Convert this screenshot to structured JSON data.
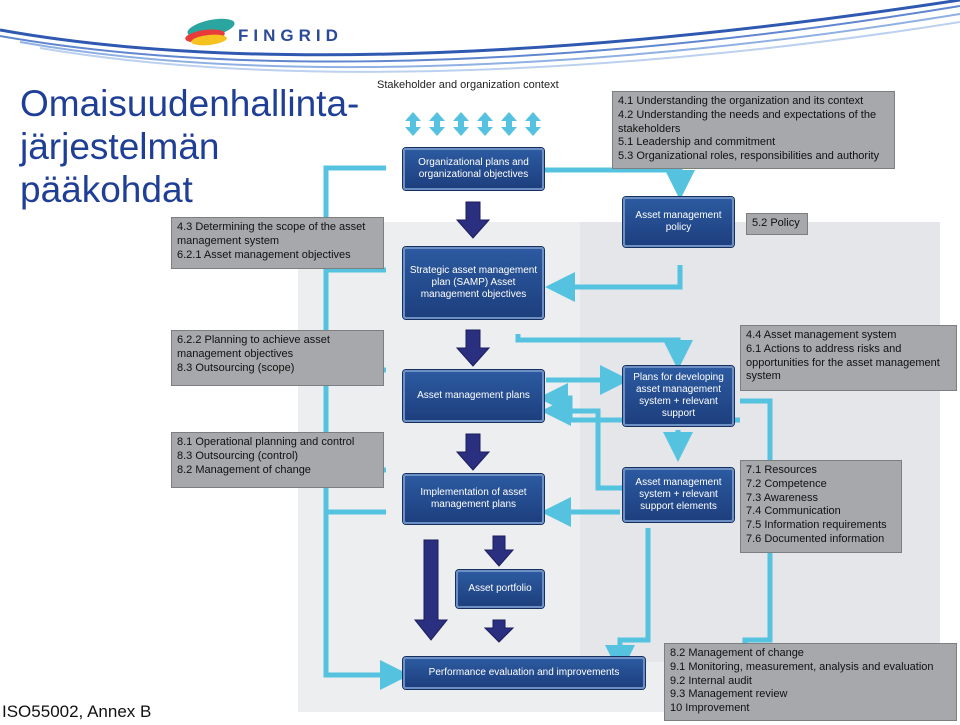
{
  "header": {
    "logo_text": "FINGRID"
  },
  "title": {
    "line1": "Omaisuudenhallinta-",
    "line2": "järjestelmän",
    "line3": "pääkohdat"
  },
  "diagram": {
    "context_label": "Stakeholder and organization context",
    "main_boxes": {
      "org_plans": "Organizational plans and organizational objectives",
      "policy": "Asset management policy",
      "samp": "Strategic asset management plan (SAMP) Asset management objectives",
      "am_plans": "Asset management plans",
      "plans_dev": "Plans for developing asset management system + relevant support",
      "implementation": "Implementation of asset management plans",
      "support_elements": "Asset management system + relevant support elements",
      "portfolio": "Asset portfolio",
      "performance": "Performance evaluation and improvements"
    },
    "gray_boxes": {
      "context": [
        "4.1  Understanding the organization and its context",
        "4.2  Understanding the needs and expectations of the",
        "stakeholders",
        "5.1  Leadership and commitment",
        "5.3  Organizational roles, responsibilities and authority"
      ],
      "policy_ref": [
        "5.2  Policy"
      ],
      "scope": [
        "4.3  Determining the scope of the asset",
        "management system",
        "6.2.1  Asset management objectives"
      ],
      "planning": [
        "6.2.2  Planning to achieve asset",
        "management objectives",
        "8.3  Outsourcing (scope)"
      ],
      "ams": [
        "4.4  Asset management system",
        "6.1  Actions to address risks and",
        "opportunities for the asset management",
        "system"
      ],
      "operation": [
        "8.1  Operational planning and control",
        "8.3  Outsourcing (control)",
        "8.2  Management of change"
      ],
      "support": [
        "7.1  Resources",
        "7.2  Competence",
        "7.3  Awareness",
        "7.4  Communication",
        "7.5  Information requirements",
        "7.6  Documented information"
      ],
      "evaluation": [
        "8.2  Management of change",
        "9.1  Monitoring, measurement, analysis and evaluation",
        "9.2  Internal audit",
        "9.3  Management review",
        "10   Improvement"
      ]
    }
  },
  "footer": {
    "source": "ISO55002, Annex B"
  },
  "colors": {
    "title_blue": "#1f3f96",
    "box_blue": "#234c8f",
    "arrow_dark": "#2b2f7f",
    "arrow_light": "#55c3e0",
    "gray_box": "#a6a8ab"
  }
}
